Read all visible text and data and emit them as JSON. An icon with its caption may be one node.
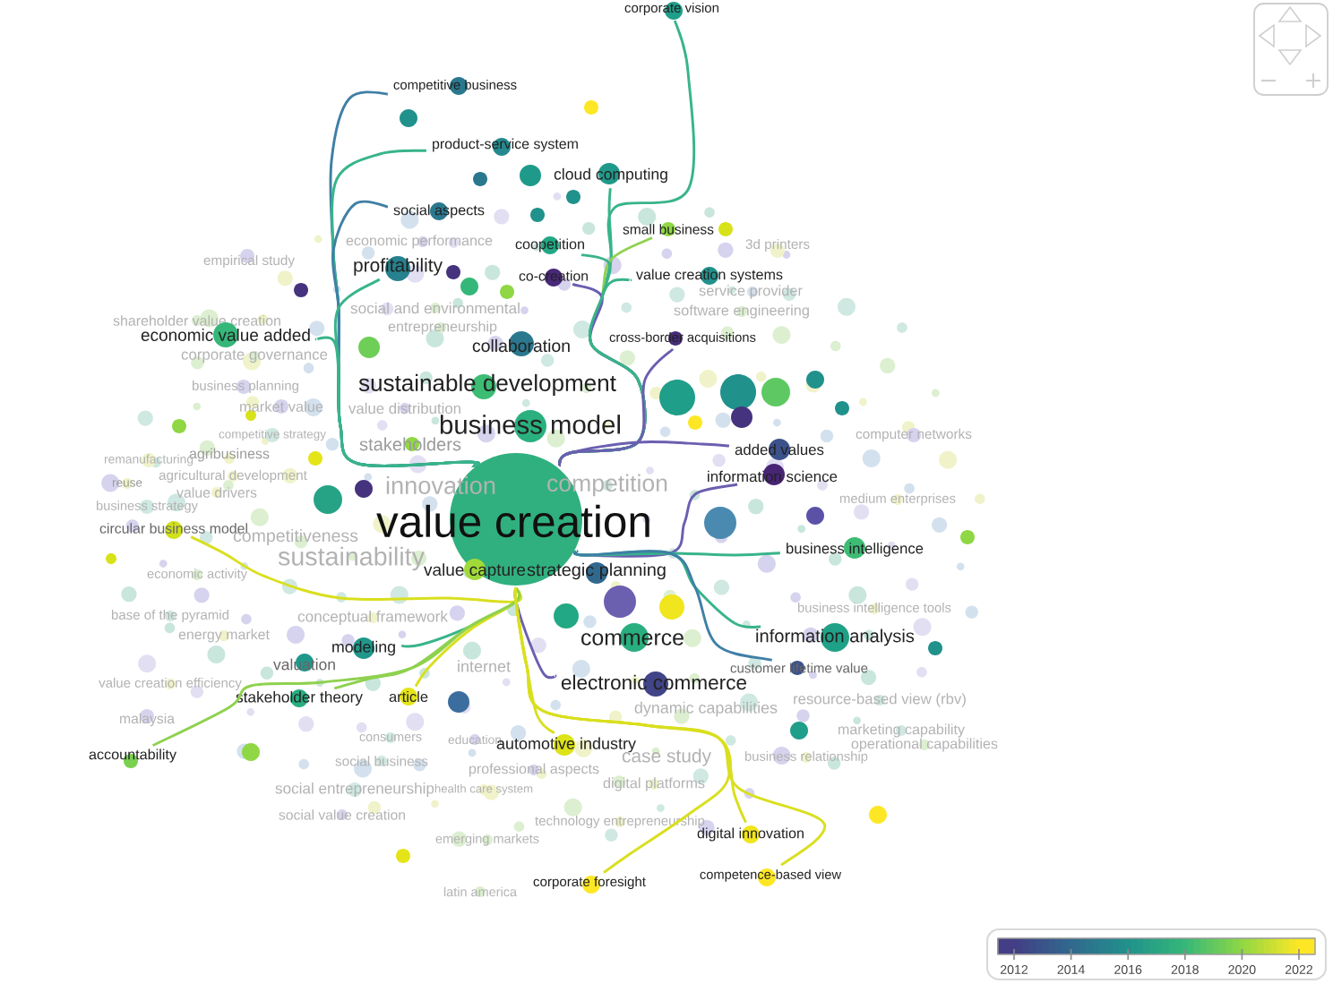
{
  "diagram": {
    "nodes": [
      {
        "text": [
          "corporate vision"
        ]
      },
      {
        "text": [
          "competitive business"
        ]
      },
      {
        "text": [
          "product-service system"
        ]
      },
      {
        "text": [
          "cloud computing"
        ]
      },
      {
        "text": [
          "social aspects"
        ]
      },
      {
        "text": [
          "small business"
        ]
      },
      {
        "text": [
          "economic performance"
        ]
      },
      {
        "text": [
          "coopetition"
        ]
      },
      {
        "text": [
          "3d printers"
        ]
      },
      {
        "text": [
          "empirical study"
        ]
      },
      {
        "text": [
          "profitability"
        ]
      },
      {
        "text": [
          "co-creation"
        ]
      },
      {
        "text": [
          "value creation systems"
        ]
      },
      {
        "text": [
          "service provider"
        ]
      },
      {
        "text": [
          "social and environmental"
        ]
      },
      {
        "text": [
          "software engineering"
        ]
      },
      {
        "text": [
          "shareholder value creation"
        ]
      },
      {
        "text": [
          "entrepreneurship"
        ]
      },
      {
        "text": [
          "economic value added"
        ]
      },
      {
        "text": [
          "cross-border acquisitions"
        ]
      },
      {
        "text": [
          "collaboration"
        ]
      },
      {
        "text": [
          "corporate governance"
        ]
      },
      {
        "text": [
          "sustainable development"
        ]
      },
      {
        "text": [
          "business planning"
        ]
      },
      {
        "text": [
          "market value"
        ]
      },
      {
        "text": [
          "value distribution"
        ]
      },
      {
        "text": [
          "business model"
        ]
      },
      {
        "text": [
          "competitive strategy"
        ]
      },
      {
        "text": [
          "computer networks"
        ]
      },
      {
        "text": [
          "stakeholders"
        ]
      },
      {
        "text": [
          "added values"
        ]
      },
      {
        "text": [
          "agribusiness"
        ]
      },
      {
        "text": [
          "remanufacturing"
        ]
      },
      {
        "text": [
          "information science"
        ]
      },
      {
        "text": [
          "agricultural development"
        ]
      },
      {
        "text": [
          "competition"
        ]
      },
      {
        "text": [
          "innovation"
        ]
      },
      {
        "text": [
          "reuse"
        ]
      },
      {
        "text": [
          "value drivers"
        ]
      },
      {
        "text": [
          "medium enterprises"
        ]
      },
      {
        "text": [
          "business strategy"
        ]
      },
      {
        "text": [
          "value creation"
        ]
      },
      {
        "text": [
          "circular business model"
        ]
      },
      {
        "text": [
          "competitiveness"
        ]
      },
      {
        "text": [
          "business intelligence"
        ]
      },
      {
        "text": [
          "sustainability"
        ]
      },
      {
        "text": [
          "value capture"
        ]
      },
      {
        "text": [
          "strategic planning"
        ]
      },
      {
        "text": [
          "economic activity"
        ]
      },
      {
        "text": [
          "business intelligence tools"
        ]
      },
      {
        "text": [
          "base of the pyramid"
        ]
      },
      {
        "text": [
          "conceptual framework"
        ]
      },
      {
        "text": [
          "information analysis"
        ]
      },
      {
        "text": [
          "energy market"
        ]
      },
      {
        "text": [
          "commerce"
        ]
      },
      {
        "text": [
          "internet"
        ]
      },
      {
        "text": [
          "modeling"
        ]
      },
      {
        "text": [
          "valuation"
        ]
      },
      {
        "text": [
          "customer lifetime value"
        ]
      },
      {
        "text": [
          "electronic commerce"
        ]
      },
      {
        "text": [
          "value creation efficiency"
        ]
      },
      {
        "text": [
          "stakeholder theory"
        ]
      },
      {
        "text": [
          "article"
        ]
      },
      {
        "text": [
          "resource-based view (rbv)"
        ]
      },
      {
        "text": [
          "malaysia"
        ]
      },
      {
        "text": [
          "dynamic capabilities"
        ]
      },
      {
        "text": [
          "marketing capability"
        ]
      },
      {
        "text": [
          "consumers"
        ]
      },
      {
        "text": [
          "education"
        ]
      },
      {
        "text": [
          "automotive industry"
        ]
      },
      {
        "text": [
          "operational capabilities"
        ]
      },
      {
        "text": [
          "case study"
        ]
      },
      {
        "text": [
          "business relationship"
        ]
      },
      {
        "text": [
          "accountability"
        ]
      },
      {
        "text": [
          "social business"
        ]
      },
      {
        "text": [
          "professional aspects"
        ]
      },
      {
        "text": [
          "digital platforms"
        ]
      },
      {
        "text": [
          "social entrepreneurship"
        ]
      },
      {
        "text": [
          "health care system"
        ]
      },
      {
        "text": [
          "social value creation"
        ]
      },
      {
        "text": [
          "technology entrepreneurship"
        ]
      },
      {
        "text": [
          "digital innovation"
        ]
      },
      {
        "text": [
          "emerging markets"
        ]
      },
      {
        "text": [
          "competence-based view"
        ]
      },
      {
        "text": [
          "corporate foresight"
        ]
      },
      {
        "text": [
          "latin america"
        ]
      },
      {
        "text": [],
        "shape": "circle"
      },
      {
        "text": [],
        "shape": "circle"
      },
      {
        "text": [],
        "shape": "circle"
      },
      {
        "text": [],
        "shape": "circle"
      },
      {
        "text": [],
        "shape": "circle"
      },
      {
        "text": [],
        "shape": "circle"
      },
      {
        "text": [],
        "shape": "circle"
      },
      {
        "text": [],
        "shape": "circle"
      },
      {
        "text": [],
        "shape": "circle"
      },
      {
        "text": [],
        "shape": "circle"
      },
      {
        "text": [],
        "shape": "circle"
      },
      {
        "text": [],
        "shape": "circle"
      },
      {
        "text": [],
        "shape": "circle"
      },
      {
        "text": [],
        "shape": "circle"
      },
      {
        "text": [],
        "shape": "circle"
      },
      {
        "text": [],
        "shape": "circle"
      },
      {
        "text": [],
        "shape": "circle"
      },
      {
        "text": [],
        "shape": "circle"
      },
      {
        "text": [],
        "shape": "circle"
      },
      {
        "text": [],
        "shape": "circle"
      },
      {
        "text": [],
        "shape": "circle"
      },
      {
        "text": [],
        "shape": "circle"
      },
      {
        "text": [],
        "shape": "circle"
      },
      {
        "text": [],
        "shape": "circle"
      },
      {
        "text": [],
        "shape": "circle"
      },
      {
        "text": [],
        "shape": "circle"
      },
      {
        "text": [],
        "shape": "circle"
      },
      {
        "text": [],
        "shape": "circle"
      },
      {
        "text": [],
        "shape": "circle"
      },
      {
        "text": [],
        "shape": "circle"
      },
      {
        "text": [],
        "shape": "circle"
      },
      {
        "text": [],
        "shape": "circle"
      },
      {
        "text": [],
        "shape": "circle"
      },
      {
        "text": [],
        "shape": "circle"
      },
      {
        "text": [],
        "shape": "circle"
      },
      {
        "text": [],
        "shape": "circle"
      },
      {
        "text": [],
        "shape": "circle"
      }
    ],
    "edges": [
      {
        "from": 41,
        "to": 0,
        "arrow": "none"
      },
      {
        "from": 41,
        "to": 1,
        "arrow": "none",
        "color": "#3f7fa6"
      },
      {
        "from": 41,
        "to": 2,
        "arrow": "none"
      },
      {
        "from": 41,
        "to": 3,
        "arrow": "none"
      },
      {
        "from": 41,
        "to": 4,
        "arrow": "none",
        "color": "#3f7fa6"
      },
      {
        "from": 41,
        "to": 5,
        "arrow": "none",
        "color": "#8fd14f"
      },
      {
        "from": 41,
        "to": 7,
        "arrow": "none"
      },
      {
        "from": 41,
        "to": 10,
        "arrow": "none"
      },
      {
        "from": 41,
        "to": 11,
        "arrow": "none",
        "color": "#6a5fb0"
      },
      {
        "from": 41,
        "to": 12,
        "arrow": "none"
      },
      {
        "from": 41,
        "to": 18,
        "arrow": "none"
      },
      {
        "from": 41,
        "to": 19,
        "arrow": "none",
        "color": "#6a5fb0"
      },
      {
        "from": 41,
        "to": 30,
        "arrow": "none",
        "color": "#6a5fb0"
      },
      {
        "from": 41,
        "to": 33,
        "arrow": "none",
        "color": "#6a5fb0"
      },
      {
        "from": 41,
        "to": 42,
        "arrow": "none",
        "color": "#d9df1e"
      },
      {
        "from": 41,
        "to": 44,
        "arrow": "none"
      },
      {
        "from": 41,
        "to": 52,
        "arrow": "none"
      },
      {
        "from": 41,
        "to": 56,
        "arrow": "none"
      },
      {
        "from": 41,
        "to": 58,
        "arrow": "none",
        "color": "#3f7fa6"
      },
      {
        "from": 41,
        "to": 59,
        "arrow": "none",
        "color": "#6a5fb0"
      },
      {
        "from": 41,
        "to": 61,
        "arrow": "none",
        "color": "#8fd14f"
      },
      {
        "from": 41,
        "to": 62,
        "arrow": "none",
        "color": "#d9df1e"
      },
      {
        "from": 41,
        "to": 69,
        "arrow": "none",
        "color": "#d9df1e"
      },
      {
        "from": 41,
        "to": 73,
        "arrow": "none",
        "color": "#8fd14f"
      },
      {
        "from": 41,
        "to": 81,
        "arrow": "none",
        "color": "#d9df1e"
      },
      {
        "from": 41,
        "to": 83,
        "arrow": "none",
        "color": "#d9df1e"
      },
      {
        "from": 41,
        "to": 84,
        "arrow": "none",
        "color": "#d9df1e"
      }
    ],
    "legend": [
      {
        "text": "2012",
        "color": "#433e85"
      },
      {
        "text": "2014",
        "color": "#31688e"
      },
      {
        "text": "2016",
        "color": "#21918c"
      },
      {
        "text": "2018",
        "color": "#35b779"
      },
      {
        "text": "2020",
        "color": "#8fd744"
      },
      {
        "text": "2022",
        "color": "#fde725"
      }
    ]
  }
}
